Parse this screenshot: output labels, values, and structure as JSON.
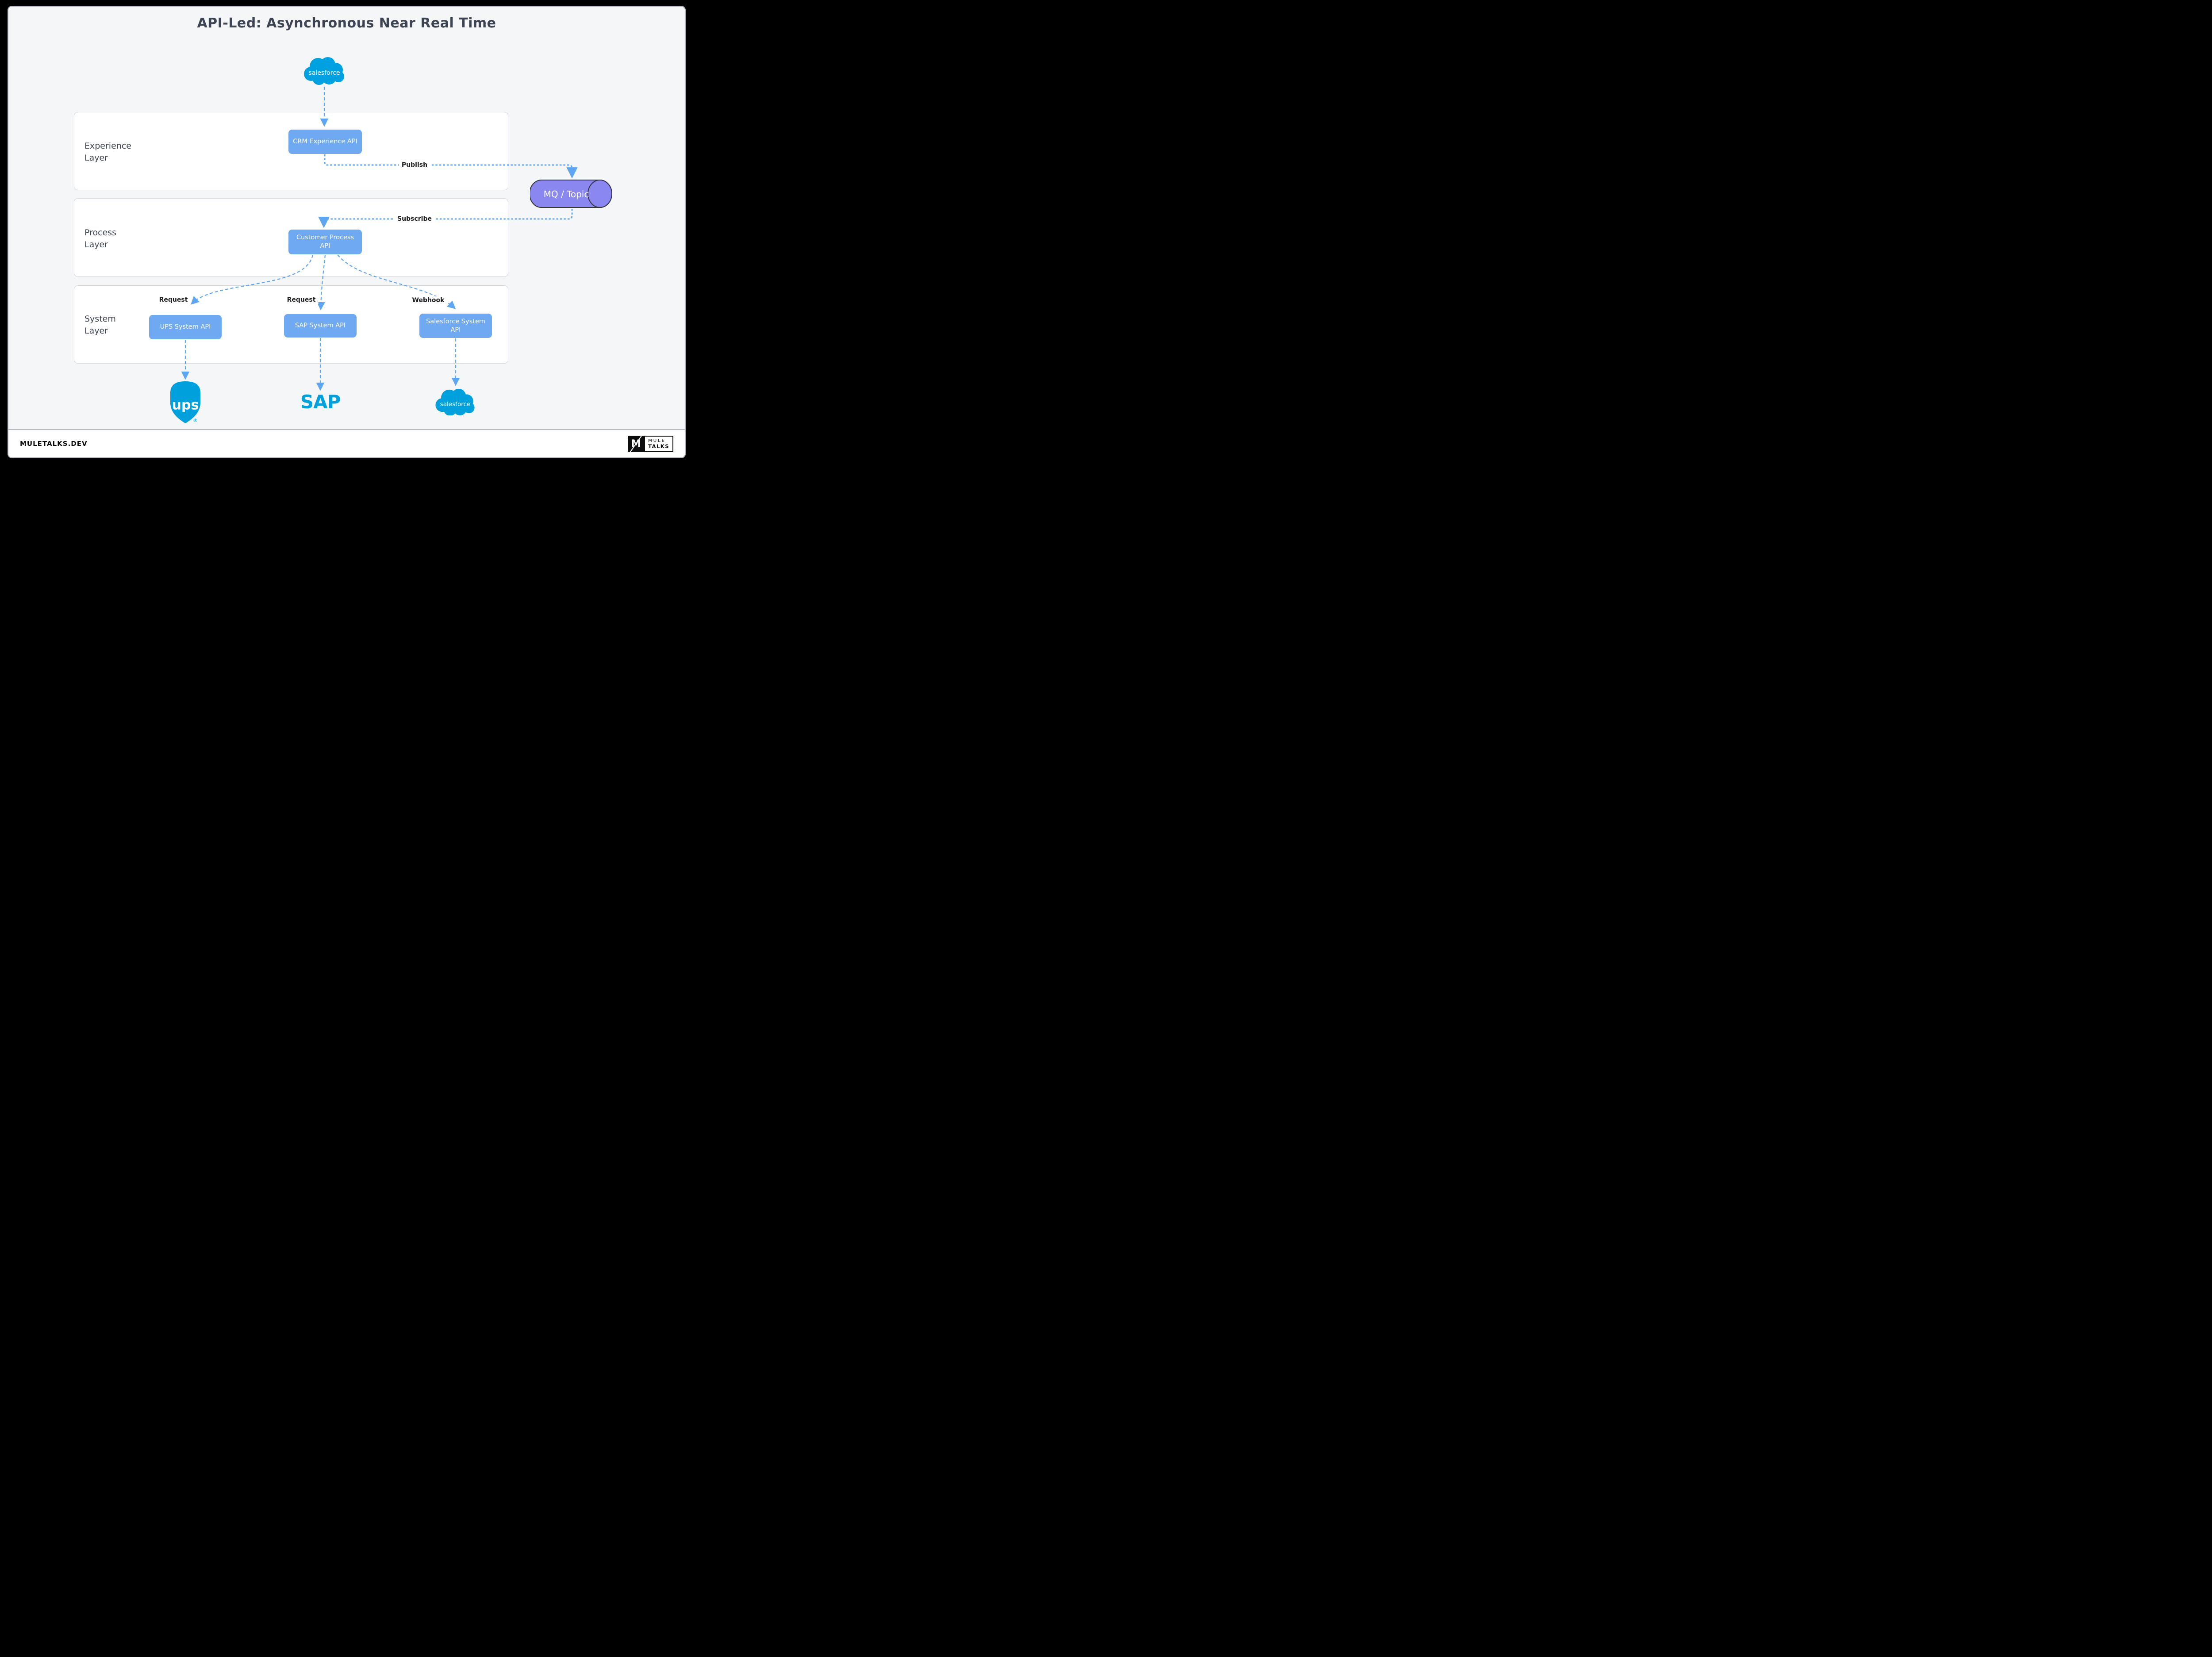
{
  "title": "API-Led: Asynchronous Near Real Time",
  "experience_layer": {
    "label": [
      "Experience",
      "Layer"
    ],
    "api": "CRM Experience API"
  },
  "process_layer": {
    "label": [
      "Process",
      "Layer"
    ],
    "api": [
      "Customer Process",
      "API"
    ]
  },
  "system_layer": {
    "label": [
      "System",
      "Layer"
    ],
    "apis": {
      "ups": "UPS System API",
      "sap": "SAP System API",
      "salesforce": [
        "Salesforce System",
        "API"
      ]
    }
  },
  "queue": {
    "label": "MQ / Topic"
  },
  "connections": {
    "publish": "Publish",
    "subscribe": "Subscribe",
    "request_ups": "Request",
    "request_sap": "Request",
    "webhook": "Webhook"
  },
  "external_systems": {
    "top_cloud": "salesforce",
    "ups": "ups",
    "ups_reg": "®",
    "sap": "SAP",
    "salesforce_cloud": "salesforce"
  },
  "footer": {
    "site": "MULETALKS.DEV",
    "logo": {
      "monogram": "M",
      "line1": "MULE",
      "line2": "TALKS"
    }
  },
  "colors": {
    "canvas": "#f5f6f7",
    "api_box": "#6FA9F2",
    "connector": "#5EA6F2",
    "queue_fill": "#8B87F0",
    "queue_stroke": "#33343F",
    "brand_blue": "#00A0DC",
    "label_dark": "#3d4350",
    "text_black": "#1b1c1f"
  }
}
